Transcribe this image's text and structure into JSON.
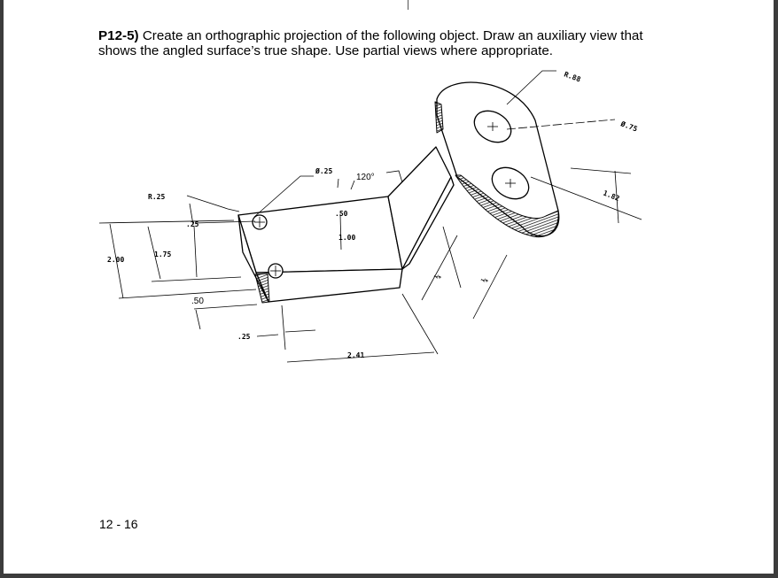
{
  "problem": {
    "number": "P12-5)",
    "text": "Create an orthographic projection of the following object.  Draw an auxiliary view that shows the angled surface’s true shape.  Use partial views where appropriate."
  },
  "dimensions": {
    "r_top": "R.88",
    "dia_75": "Ø.75",
    "dia_25": "Ø.25",
    "angle_120": "120°",
    "r_25": "R.25",
    "d_25_top": ".25",
    "d_50_top": ".50",
    "d_100": "1.00",
    "d_175": "1.75",
    "d_200": "2.00",
    "d_50_low": ".50",
    "d_25_low": ".25",
    "d_241": "2.41",
    "d_182": "1.82",
    "d_quarter_a": "¼",
    "d_quarter_b": "¼"
  },
  "footer": {
    "page": "12 - 16"
  }
}
